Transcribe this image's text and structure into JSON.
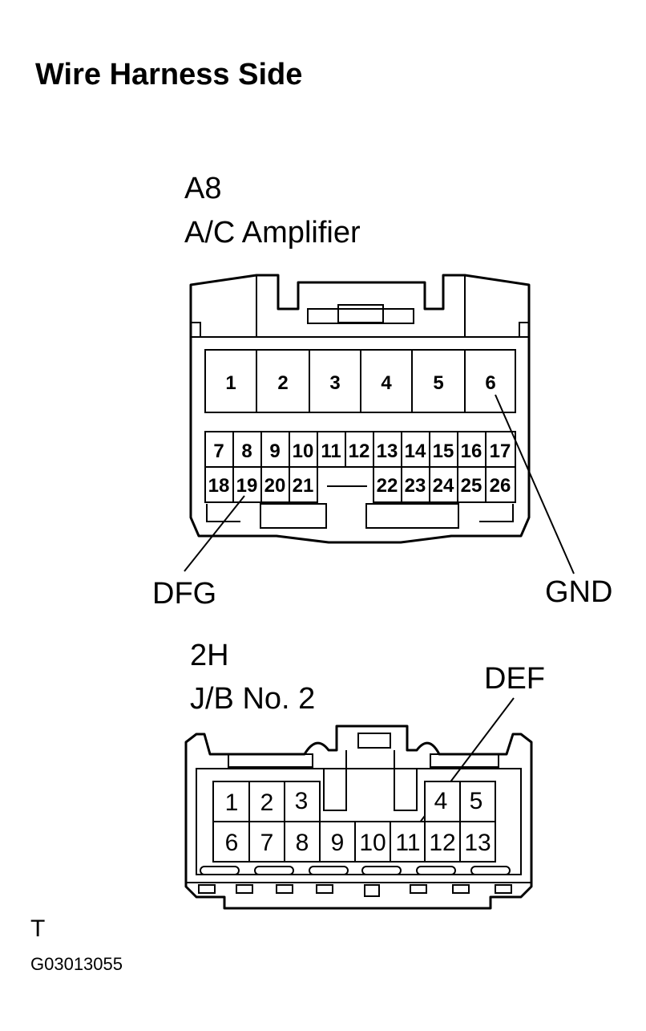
{
  "title": "Wire Harness Side",
  "connector_a": {
    "code": "A8",
    "name": "A/C Amplifier",
    "row1": [
      "1",
      "2",
      "3",
      "4",
      "5",
      "6"
    ],
    "row2": [
      "7",
      "8",
      "9",
      "10",
      "11",
      "12",
      "13",
      "14",
      "15",
      "16",
      "17"
    ],
    "row3_left": [
      "18",
      "19",
      "20",
      "21"
    ],
    "row3_right": [
      "22",
      "23",
      "24",
      "25",
      "26"
    ],
    "callouts": {
      "left": "DFG",
      "right": "GND"
    }
  },
  "connector_b": {
    "code": "2H",
    "name": "J/B No. 2",
    "row1_left": [
      "1",
      "2",
      "3"
    ],
    "row1_right": [
      "4",
      "5"
    ],
    "row2": [
      "6",
      "7",
      "8",
      "9",
      "10",
      "11",
      "12",
      "13"
    ],
    "callout": "DEF"
  },
  "footer": {
    "mark": "T",
    "code": "G03013055"
  }
}
